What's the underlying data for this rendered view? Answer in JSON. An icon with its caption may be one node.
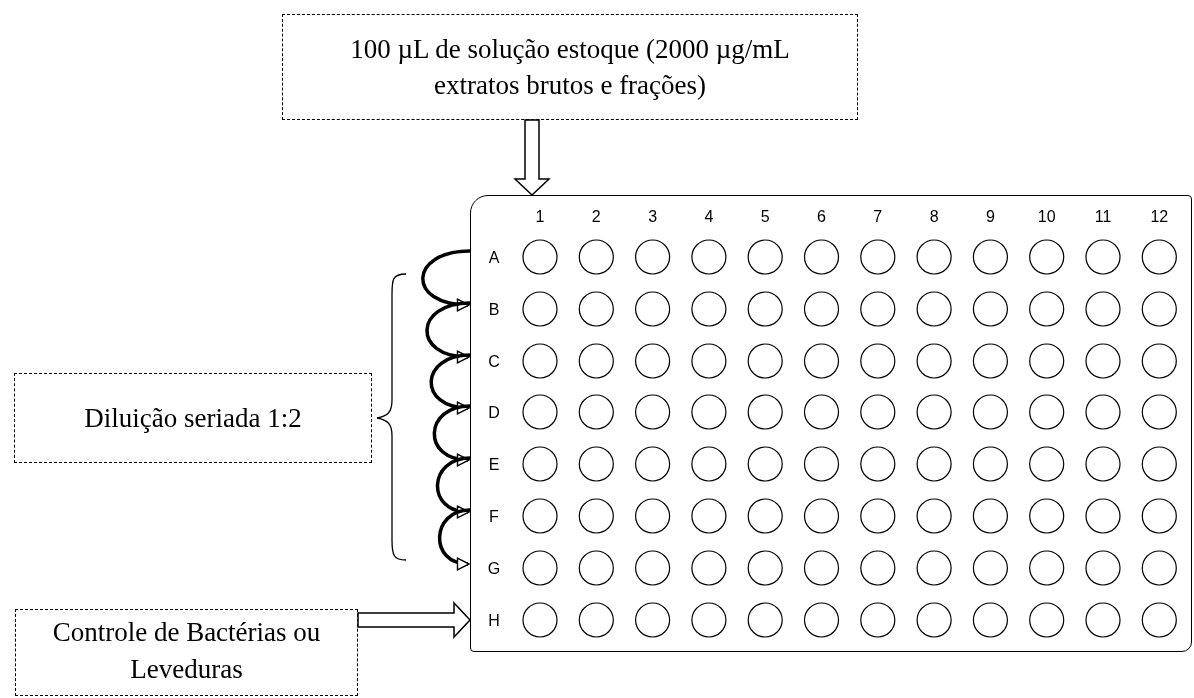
{
  "diagram": {
    "nodes": [
      {
        "text": [
          "100 µL de solução estoque (2000 µg/mL extratos brutos e frações)"
        ]
      },
      {
        "text": [],
        "shape": "box"
      },
      {
        "text": [
          "A"
        ],
        "in": 1
      },
      {
        "text": [
          "B"
        ],
        "in": 1
      },
      {
        "text": [
          "C"
        ],
        "in": 1
      },
      {
        "text": [
          "D"
        ],
        "in": 1
      },
      {
        "text": [
          "E"
        ],
        "in": 1
      },
      {
        "text": [
          "F"
        ],
        "in": 1
      },
      {
        "text": [
          "G"
        ],
        "in": 1
      },
      {
        "text": [
          "H"
        ],
        "in": 1
      },
      {
        "text": [
          "Diluição seriada 1:2"
        ]
      },
      {
        "text": [
          "Controle de Bactérias ou Leveduras"
        ]
      }
    ],
    "edges": [
      {
        "from": 0,
        "to": 1,
        "arrow": "to"
      },
      {
        "from": 2,
        "to": 3,
        "arrow": "to"
      },
      {
        "from": 3,
        "to": 4,
        "arrow": "to"
      },
      {
        "from": 4,
        "to": 5,
        "arrow": "to"
      },
      {
        "from": 5,
        "to": 6,
        "arrow": "to"
      },
      {
        "from": 6,
        "to": 7,
        "arrow": "to"
      },
      {
        "from": 7,
        "to": 8,
        "arrow": "to"
      },
      {
        "from": 11,
        "to": 1,
        "arrow": "to"
      }
    ],
    "labels": [
      "1",
      "2",
      "3",
      "4",
      "5",
      "6",
      "7",
      "8",
      "9",
      "10",
      "11",
      "12"
    ]
  }
}
